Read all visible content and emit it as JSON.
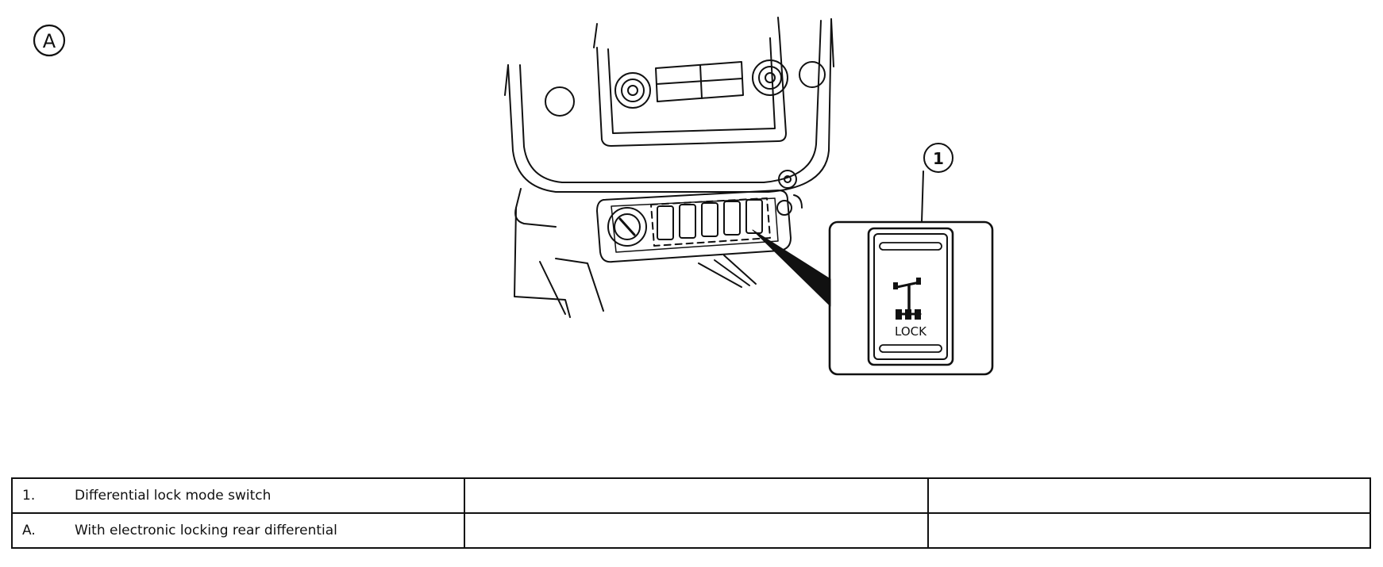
{
  "figure": {
    "view_callout": "A",
    "part_callout": "1",
    "switch_label": "LOCK"
  },
  "legend": {
    "rows": [
      {
        "key": "1.",
        "description": "Differential lock mode switch",
        "col2": "",
        "col3": ""
      },
      {
        "key": "A.",
        "description": "With electronic locking rear differential",
        "col2": "",
        "col3": ""
      }
    ]
  }
}
